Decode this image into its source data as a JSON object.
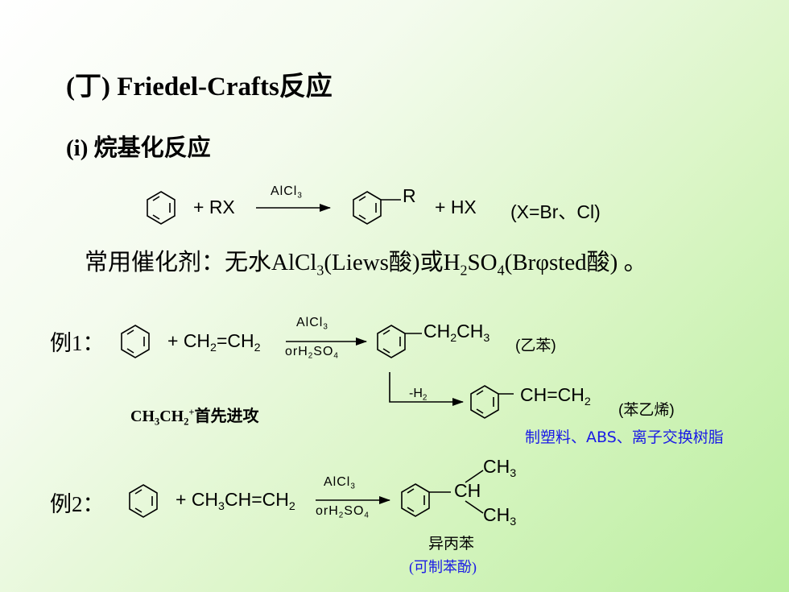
{
  "title": "(丁) Friedel-Crafts反应",
  "subtitle": "(i)  烷基化反应",
  "reaction_general": {
    "plus_rx": "+ RX",
    "catalyst": "AlCl",
    "catalyst_sub": "3",
    "r_group": "R",
    "plus_hx": "+ HX",
    "note": "(X=Br、Cl)"
  },
  "catalyst_line": {
    "text_prefix": "常用催化剂：无水AlCl",
    "sub1": "3",
    "text_mid1": "(Liews酸)或H",
    "sub2": "2",
    "text_mid2": "SO",
    "sub3": "4",
    "text_suffix": "(Brφsted酸) 。"
  },
  "example1": {
    "label": "例1：",
    "reagent_plus": "+ CH",
    "reagent_sub": "2",
    "reagent_rest": "=CH",
    "reagent_sub2": "2",
    "cond_top": "AlCl",
    "cond_top_sub": "3",
    "cond_bottom": "orH",
    "cond_bottom_sub": "2",
    "cond_bottom_mid": "SO",
    "cond_bottom_sub2": "4",
    "product": "CH",
    "product_sub": "2",
    "product_rest": "CH",
    "product_sub2": "3",
    "product_name": "(乙苯)",
    "step2_cond": "-H",
    "step2_cond_sub": "2",
    "product2": "CH=CH",
    "product2_sub": "2",
    "product2_name": "(苯乙烯)",
    "uses": "制塑料、ABS、离子交换树脂",
    "attack_prefix": "CH",
    "attack_sub1": "3",
    "attack_mid": "CH",
    "attack_sub2": "2",
    "attack_sup": "+",
    "attack_text": "首先进攻"
  },
  "example2": {
    "label": "例2：",
    "reagent_plus": "+ CH",
    "reagent_sub": "3",
    "reagent_rest": "CH=CH",
    "reagent_sub2": "2",
    "cond_top": "AlCl",
    "cond_top_sub": "3",
    "cond_bottom": "orH",
    "cond_bottom_sub": "2",
    "cond_bottom_mid": "SO",
    "cond_bottom_sub2": "4",
    "ch3_top": "CH",
    "ch3_top_sub": "3",
    "ch": "CH",
    "ch3_bottom": "CH",
    "ch3_bottom_sub": "3",
    "product_name": "异丙苯",
    "product_note": "(可制苯酚)"
  }
}
